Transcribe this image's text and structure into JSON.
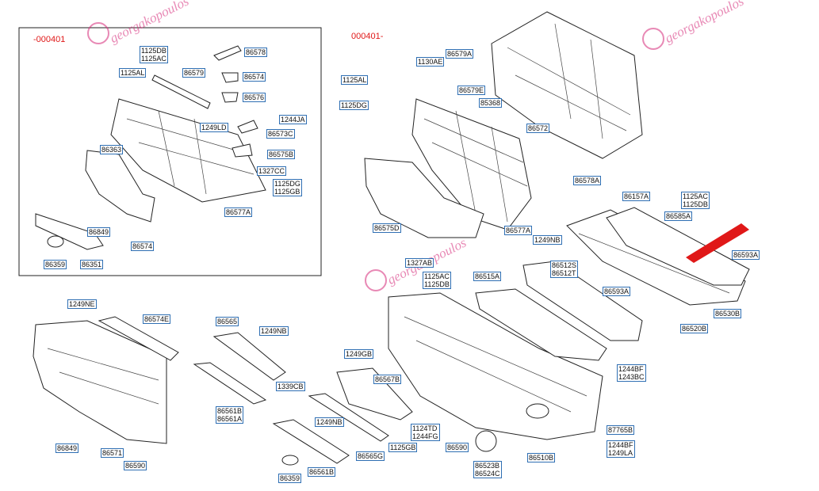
{
  "diagram": {
    "ref_codes": {
      "left_panel": "-000401",
      "main": "000401-"
    },
    "watermark": {
      "text": "georgakopoulos",
      "color": "#d62878"
    },
    "callouts": {
      "c86578": "86578",
      "c1125db_ac": "1125DB\n1125AC",
      "c1125al_l": "1125AL",
      "c86579": "86579",
      "c86574": "86574",
      "c86576": "86576",
      "c1249ld": "1249LD",
      "c1244ja": "1244JA",
      "c86573c": "86573C",
      "c86363": "86363",
      "c86575b": "86575B",
      "c1327cc": "1327CC",
      "c1125dg_gb": "1125DG\n1125GB",
      "c86577a_l": "86577A",
      "c86849_l": "86849",
      "c86574_l2": "86574",
      "c86359_l": "86359",
      "c86351": "86351",
      "c86579a": "86579A",
      "c1130ae": "1130AE",
      "c1125al_m": "1125AL",
      "c86579e": "86579E",
      "c1125dg_m": "1125DG",
      "c85368": "85368",
      "c86572": "86572",
      "c86578a": "86578A",
      "c86575d": "86575D",
      "c86577a_m": "86577A",
      "c86157a": "86157A",
      "c1125ac_db": "1125AC\n1125DB",
      "c86585a": "86585A",
      "c86593a_r": "86593A",
      "c1249nb_m": "1249NB",
      "c1327ab": "1327AB",
      "c1125ac_db2": "1125AC\n1125DB",
      "c86515a": "86515A",
      "c86512s_t": "86512S\n86512T",
      "c86593a_m": "86593A",
      "c86530b": "86530B",
      "c86520b": "86520B",
      "c1249ne": "1249NE",
      "c86574e": "86574E",
      "c86565": "86565",
      "c1249nb_b": "1249NB",
      "c1249gb": "1249GB",
      "c86567b": "86567B",
      "c1339cb": "1339CB",
      "c1244bf_bc": "1244BF\n1243BC",
      "c86561b_a": "86561B\n86561A",
      "c1249nb_b2": "1249NB",
      "c1124td_fg": "1124TD\n1244FG",
      "c86590_m": "86590",
      "c86565g": "86565G",
      "c1125gb": "1125GB",
      "c87765b": "87765B",
      "c1244bf_la": "1244BF\n1249LA",
      "c86510b": "86510B",
      "c86523b_c": "86523B\n86524C",
      "c86849_b": "86849",
      "c86571": "86571",
      "c86590_b": "86590",
      "c86359_b": "86359",
      "c86561b": "86561B"
    }
  }
}
